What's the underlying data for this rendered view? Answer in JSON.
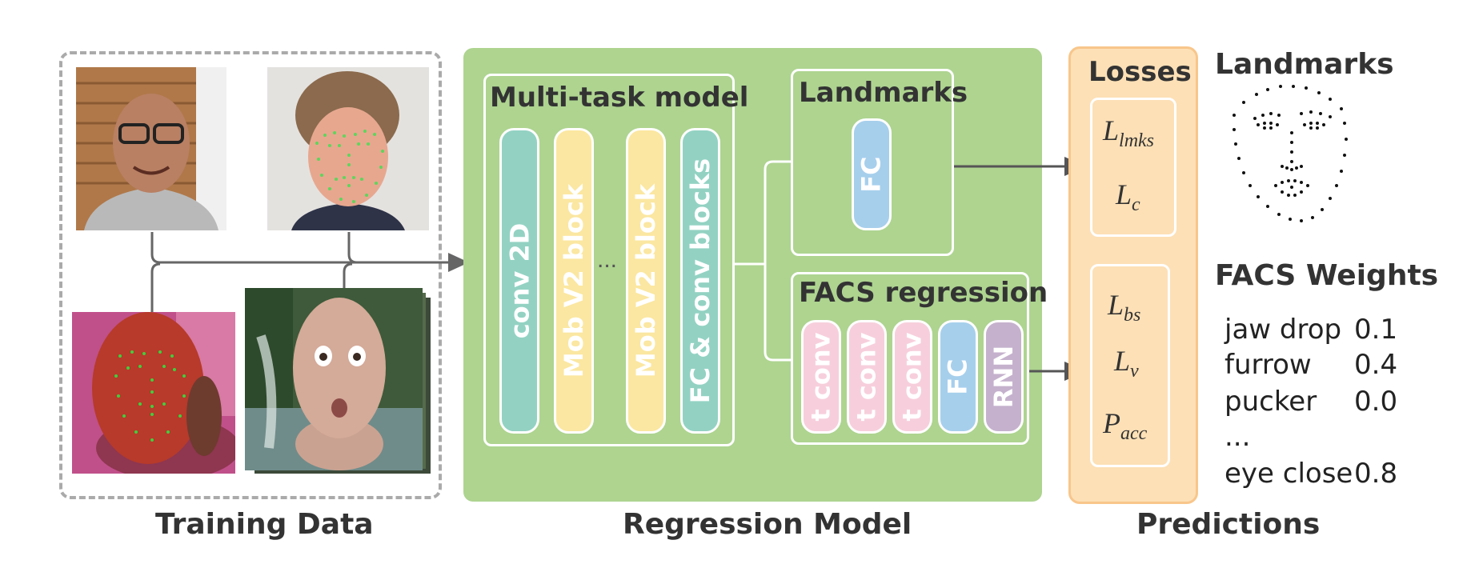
{
  "training": {
    "label": "Training Data"
  },
  "model": {
    "label": "Regression Model",
    "multitask_title": "Multi-task model",
    "backbone_blocks": [
      "conv 2D",
      "Mob V2 block",
      "Mob V2  block",
      "FC & conv  blocks"
    ],
    "ellipsis": "...",
    "landmarks_title": "Landmarks",
    "landmarks_blocks": [
      "FC"
    ],
    "facs_title": "FACS regression",
    "facs_blocks": [
      "t conv",
      "t conv",
      "t conv",
      "FC",
      "RNN"
    ]
  },
  "losses": {
    "title": "Losses",
    "landmark_losses": [
      {
        "base": "L",
        "sub": "lmks"
      },
      {
        "base": "L",
        "sub": "c"
      }
    ],
    "facs_losses": [
      {
        "base": "L",
        "sub": "bs"
      },
      {
        "base": "L",
        "sub": "v"
      },
      {
        "base": "P",
        "sub": "acc"
      }
    ]
  },
  "predictions": {
    "label": "Predictions",
    "landmarks_title": "Landmarks",
    "facs_title": "FACS Weights",
    "facs_weights": [
      {
        "name": "jaw drop",
        "value": "0.1"
      },
      {
        "name": "furrow",
        "value": "0.4"
      },
      {
        "name": "pucker",
        "value": "0.0"
      },
      {
        "name": "...",
        "value": ""
      },
      {
        "name": "eye close",
        "value": "0.8"
      }
    ]
  },
  "colors": {
    "model_panel": "#aed490",
    "loss_panel": "#fde0b6",
    "teal": "#93d2c3",
    "yellow": "#fbe7a1",
    "blue": "#a6cfec",
    "pink": "#f7cfdc",
    "purple": "#c5b1cd",
    "arrow": "#555555"
  }
}
